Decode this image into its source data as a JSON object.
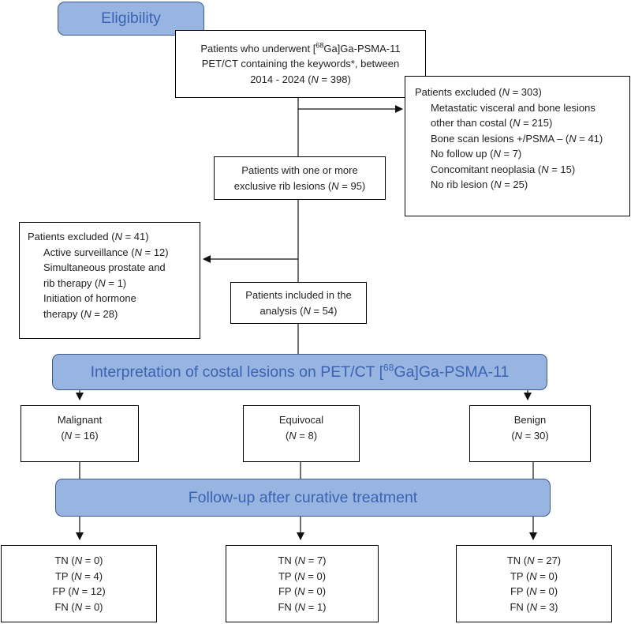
{
  "banners": {
    "eligibility": "Eligibility",
    "interpretation_pre": "Interpretation of costal lesions on PET/CT [",
    "interpretation_sup": "68",
    "interpretation_post": "Ga]Ga-PSMA-11",
    "followup": "Follow-up after curative treatment"
  },
  "underwent": {
    "l1_pre": "Patients who underwent [",
    "l1_sup": "68",
    "l1_post": "Ga]Ga-PSMA-11",
    "l2": "PET/CT containing the keywords*, between",
    "l3_pre": "2014 - 2024 (",
    "l3_post": " = 398)"
  },
  "excluded1": {
    "title_pre": "Patients excluded (",
    "title_post": " = 303)",
    "i1a": "Metastatic visceral and bone lesions",
    "i1b_pre": "other than costal (",
    "i1b_post": " = 215)",
    "i2_pre": "Bone scan lesions +/PSMA – (",
    "i2_post": " = 41)",
    "i3_pre": "No follow up (",
    "i3_post": " = 7)",
    "i4_pre": "Concomitant neoplasia (",
    "i4_post": " = 15)",
    "i5_pre": "No rib lesion (",
    "i5_post": " = 25)"
  },
  "rib": {
    "l1": "Patients with one or more",
    "l2_pre": "exclusive rib lesions (",
    "l2_post": " = 95)"
  },
  "excluded2": {
    "title_pre": "Patients excluded (",
    "title_post": " = 41)",
    "i1_pre": "Active surveillance (",
    "i1_post": " = 12)",
    "i2a": "Simultaneous prostate and",
    "i2b_pre": "rib therapy (",
    "i2b_post": " = 1)",
    "i3a": "Initiation of hormone",
    "i3b_pre": "therapy (",
    "i3b_post": " = 28)"
  },
  "included": {
    "l1": "Patients included in the",
    "l2_pre": "analysis (",
    "l2_post": " = 54)"
  },
  "n": "N",
  "categories": {
    "malignant": {
      "label": "Malignant",
      "pre": "(",
      "post": " = 16)"
    },
    "equivocal": {
      "label": "Equivocal",
      "pre": "(",
      "post": " = 8)"
    },
    "benign": {
      "label": "Benign",
      "pre": "(",
      "post": " = 30)"
    }
  },
  "outcomes": {
    "malignant": {
      "tn": " = 0)",
      "tp": " = 4)",
      "fp": " = 12)",
      "fn": " = 0)"
    },
    "equivocal": {
      "tn": " = 7)",
      "tp": " = 0)",
      "fp": " = 0)",
      "fn": " = 1)"
    },
    "benign": {
      "tn": " = 27)",
      "tp": " = 0)",
      "fp": " = 0)",
      "fn": " = 3)"
    }
  },
  "labels": {
    "tn": "TN (",
    "tp": "TP (",
    "fp": "FP (",
    "fn": "FN ("
  }
}
